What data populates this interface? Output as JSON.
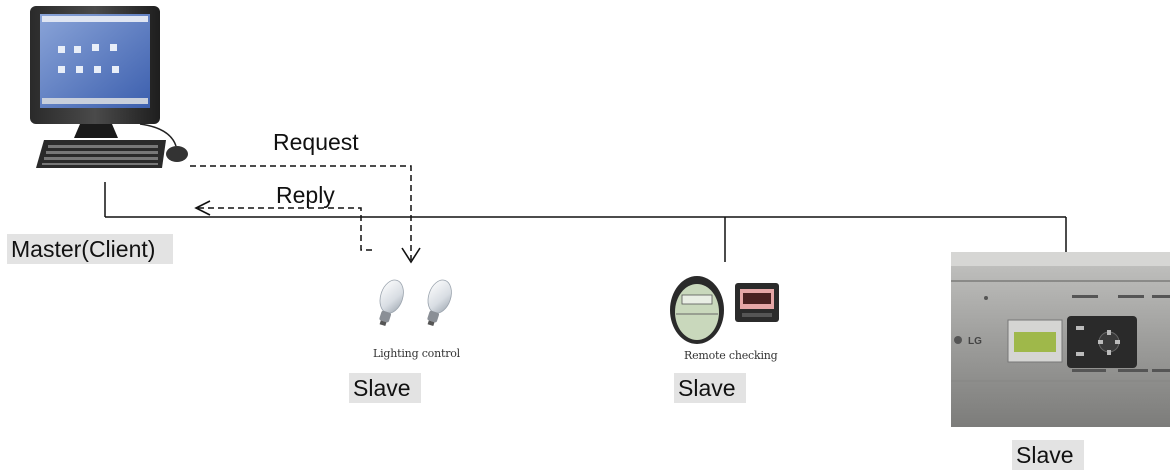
{
  "labels": {
    "request": "Request",
    "reply": "Reply",
    "master": "Master(Client)"
  },
  "slaves": [
    {
      "caption": "Lighting control",
      "label": "Slave"
    },
    {
      "caption": "Remote checking",
      "label": "Slave"
    },
    {
      "caption": "",
      "label": "Slave"
    }
  ],
  "device_text": {
    "brand": "LG"
  },
  "colors": {
    "line": "#111111",
    "label_bg": "#e3e3e3",
    "controller_body": "#9a9a98",
    "lcd": "#9fb84a"
  }
}
